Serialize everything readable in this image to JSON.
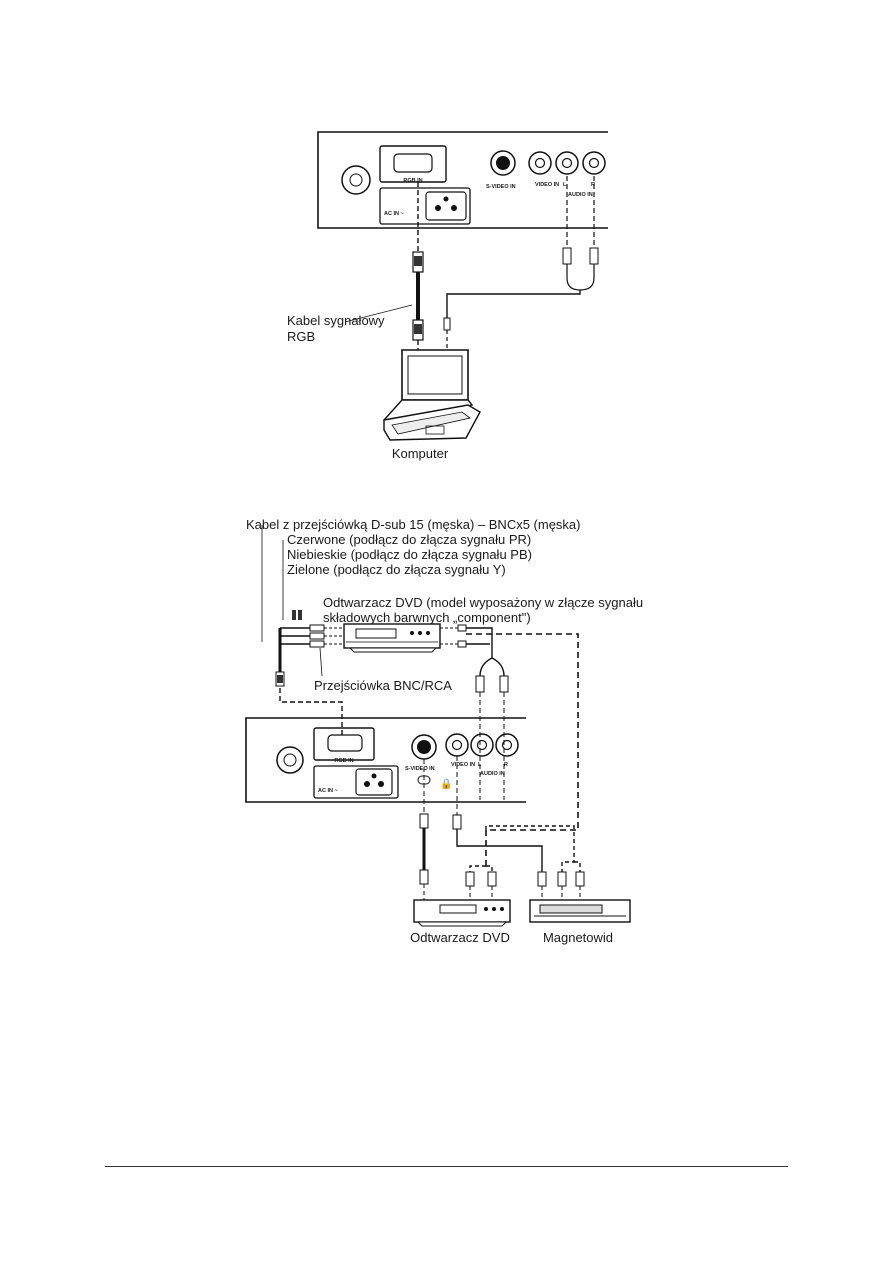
{
  "diagram1": {
    "panel_labels": {
      "rgb_in": "RGB IN",
      "ac_in": "AC IN ~",
      "s_video_in": "S-VIDEO IN",
      "video_in": "VIDEO IN",
      "audio_l": "L",
      "audio_r": "R",
      "audio_in": "AUDIO IN"
    },
    "cable_label_line1": "Kabel sygnałowy",
    "cable_label_line2": "RGB",
    "computer_label": "Komputer"
  },
  "diagram2": {
    "cable_title": "Kabel z przejściówką D-sub 15 (męska) – BNCx5 (męska)",
    "red_line": "Czerwone (podłącz do złącza sygnału PR)",
    "blue_line": "Niebieskie (podłącz do złącza sygnału PB)",
    "green_line": "Zielone (podłącz do złącza sygnału Y)",
    "dvd_component_line1": "Odtwarzacz DVD (model wyposażony w złącze sygnału",
    "dvd_component_line2": "składowych barwnych „component\")",
    "adapter_label": "Przejściówka BNC/RCA",
    "panel_labels": {
      "rgb_in": "RGB IN",
      "ac_in": "AC IN ~",
      "s_video_in": "S-VIDEO IN",
      "video_in": "VIDEO IN",
      "audio_l": "L",
      "audio_r": "R",
      "audio_in": "AUDIO IN"
    },
    "dvd_label": "Odtwarzacz DVD",
    "vcr_label": "Magnetowid"
  }
}
